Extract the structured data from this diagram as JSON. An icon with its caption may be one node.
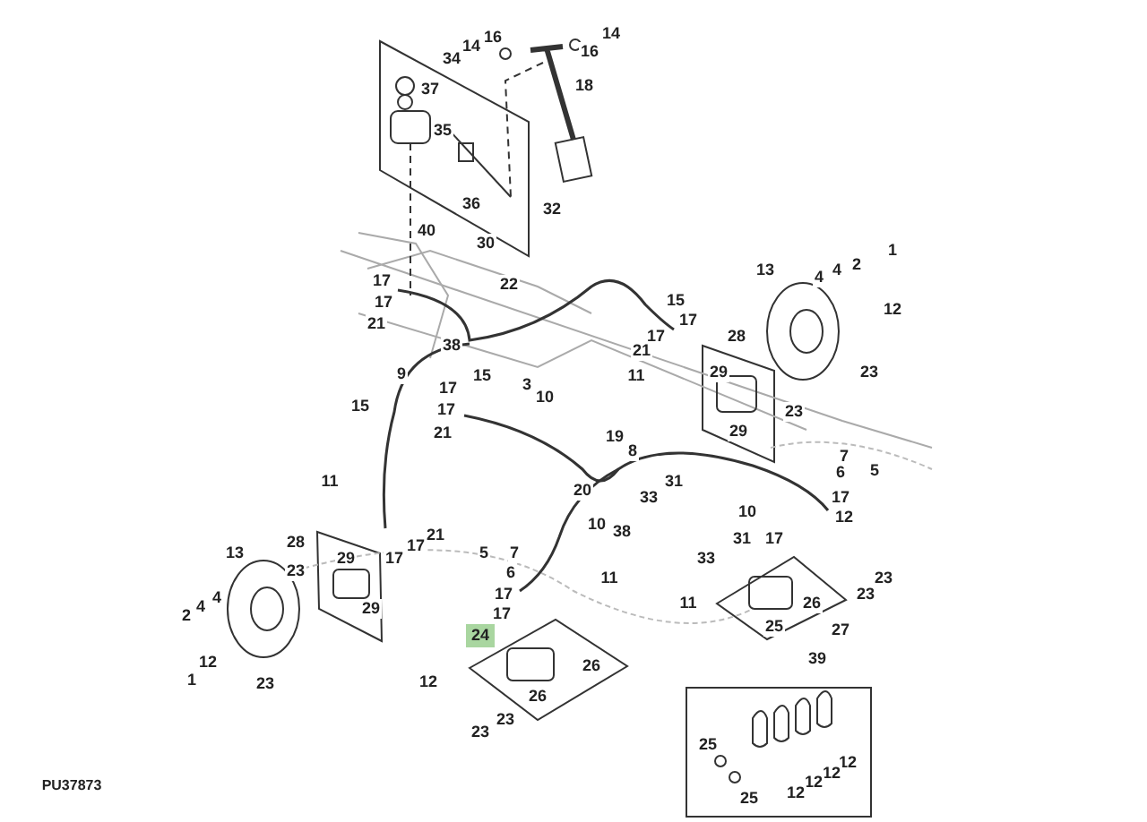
{
  "diagram": {
    "labels": [
      "14",
      "16",
      "14",
      "16",
      "34",
      "18",
      "37",
      "35",
      "36",
      "32",
      "40",
      "30",
      "1",
      "2",
      "13",
      "4",
      "4",
      "17",
      "22",
      "15",
      "17",
      "12",
      "17",
      "21",
      "28",
      "17",
      "38",
      "21",
      "29",
      "23",
      "9",
      "15",
      "11",
      "3",
      "17",
      "10",
      "15",
      "17",
      "23",
      "29",
      "21",
      "19",
      "8",
      "7",
      "5",
      "6",
      "11",
      "31",
      "20",
      "33",
      "17",
      "10",
      "12",
      "10",
      "38",
      "21",
      "31",
      "17",
      "28",
      "17",
      "13",
      "5",
      "7",
      "29",
      "33",
      "17",
      "23",
      "6",
      "23",
      "11",
      "17",
      "23",
      "4",
      "11",
      "26",
      "4",
      "29",
      "17",
      "2",
      "25",
      "27",
      "24",
      "39",
      "12",
      "26",
      "1",
      "12",
      "23",
      "26",
      "23",
      "23",
      "25",
      "12",
      "12",
      "12",
      "12",
      "25",
      "PU37873"
    ]
  }
}
